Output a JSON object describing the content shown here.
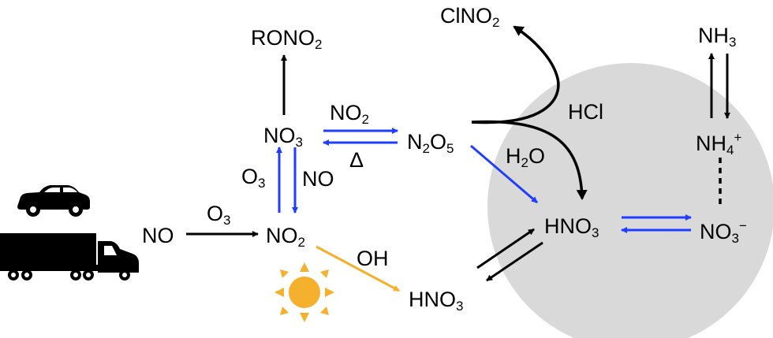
{
  "colors": {
    "night": "#1f3dff",
    "day": "#f5b02e",
    "particle": "#d9d9d9",
    "ink": "#000000"
  },
  "icons": [
    "car-icon",
    "truck-icon",
    "moon-icon",
    "sun-icon"
  ],
  "species": {
    "no": "NO",
    "no2": [
      "NO",
      "2"
    ],
    "no3": [
      "NO",
      "3"
    ],
    "n2o5": [
      "N",
      "2",
      "O",
      "5"
    ],
    "rono2": [
      "RONO",
      "2"
    ],
    "clno2": [
      "ClNO",
      "2"
    ],
    "hno3_gas": [
      "HNO",
      "3"
    ],
    "hno3_aq": [
      "HNO",
      "3"
    ],
    "nh3": [
      "NH",
      "3"
    ],
    "nh4": [
      "NH",
      "4",
      "+"
    ],
    "no3_ion": [
      "NO",
      "3",
      "−"
    ]
  },
  "reagents": {
    "o3_main": [
      "O",
      "3"
    ],
    "o3_side": [
      "O",
      "3"
    ],
    "no_side": "NO",
    "no2_top": [
      "NO",
      "2"
    ],
    "delta": "Δ",
    "h2o": [
      "H",
      "2",
      "O"
    ],
    "hcl": "HCl",
    "oh": "OH"
  }
}
